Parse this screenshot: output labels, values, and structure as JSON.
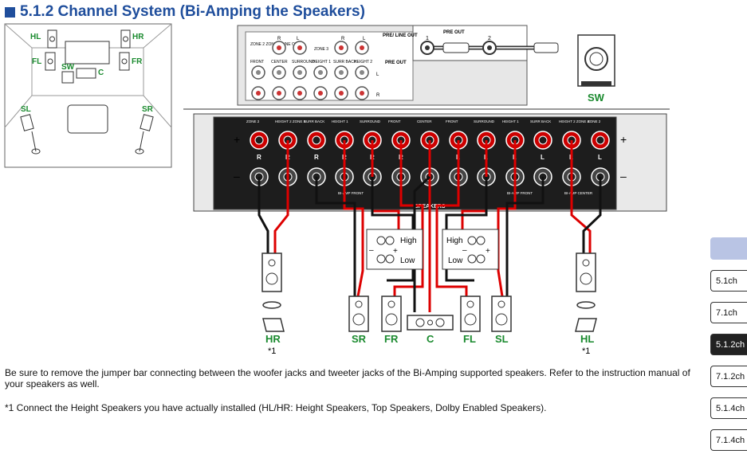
{
  "title": "5.1.2 Channel System (Bi-Amping the Speakers)",
  "room_labels": {
    "hl": "HL",
    "hr": "HR",
    "fl": "FL",
    "fr": "FR",
    "sw": "SW",
    "c": "C",
    "sl": "SL",
    "sr": "SR"
  },
  "pre_out": {
    "zone2_label": "ZONE 2 ZONE B LINE OUT",
    "zone3_label": "ZONE 3",
    "pre_line_out": "PRE/ LINE OUT",
    "pre_out_label": "PRE OUT",
    "r": "R",
    "l": "L",
    "jack1": "1",
    "jack2": "2",
    "row_labels": [
      "FRONT",
      "CENTER",
      "SURROUND",
      "HEIGHT 1",
      "SURR BACK",
      "HEIGHT 2"
    ],
    "pre_out_row": "PRE OUT"
  },
  "subwoofer_label": "SW",
  "terminal_headers": [
    "ZONE 2",
    "HEIGHT 2 ZONE B",
    "SURR BACK",
    "HEIGHT 1",
    "SURROUND",
    "FRONT",
    "CENTER",
    "FRONT",
    "SURROUND",
    "HEIGHT 1",
    "SURR BACK",
    "HEIGHT 2 ZONE B",
    "ZONE 2"
  ],
  "rl_labels": [
    "R",
    "R",
    "R",
    "R",
    "R",
    "R",
    "",
    "L",
    "L",
    "L",
    "L",
    "L",
    "L"
  ],
  "speakers_label": "SPEAKERS",
  "biamp_labels": {
    "front1": "BI-AMP FRONT",
    "front2": "BI-AMP FRONT",
    "center": "BI-AMP CENTER"
  },
  "plus": "+",
  "minus": "–",
  "high": "High",
  "low": "Low",
  "bottom_labels": {
    "hr": "HR",
    "sr": "SR",
    "fr": "FR",
    "c": "C",
    "fl": "FL",
    "sl": "SL",
    "hl": "HL",
    "note_mark": "*1"
  },
  "note1": "Be sure to remove the jumper bar connecting between the woofer jacks and tweeter jacks of the Bi-Amping supported speakers. Refer to the instruction manual of your speakers as well.",
  "note2": "*1 Connect the Height Speakers you have actually installed (HL/HR: Height Speakers, Top Speakers, Dolby Enabled Speakers).",
  "tabs": [
    "5.1ch",
    "7.1ch",
    "5.1.2ch",
    "7.1.2ch",
    "5.1.4ch",
    "7.1.4ch"
  ],
  "active_tab": "5.1.2ch"
}
